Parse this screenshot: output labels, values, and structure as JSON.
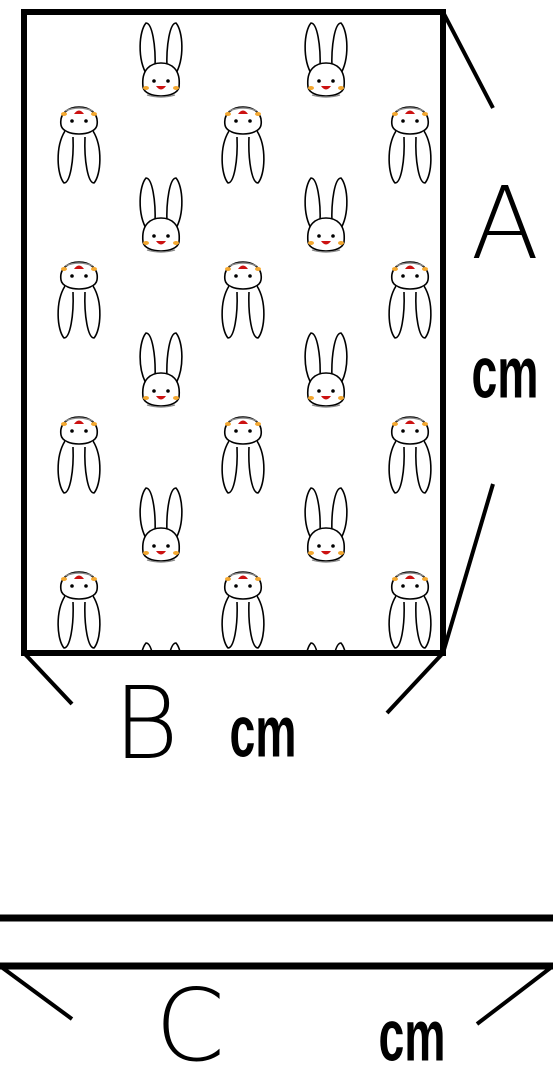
{
  "dimension_a": {
    "letter": "A",
    "unit": "cm"
  },
  "dimension_b": {
    "letter": "B",
    "unit": "cm"
  },
  "dimension_c": {
    "letter": "C",
    "unit": "cm"
  },
  "fabric_pattern": {
    "motif_ears_up": "rabbit-face-ears-up",
    "motif_ears_down": "rabbit-face-ears-down",
    "nose_color": "#cc1111",
    "cheek_color": "#f4a830",
    "outline_color": "#000000"
  }
}
